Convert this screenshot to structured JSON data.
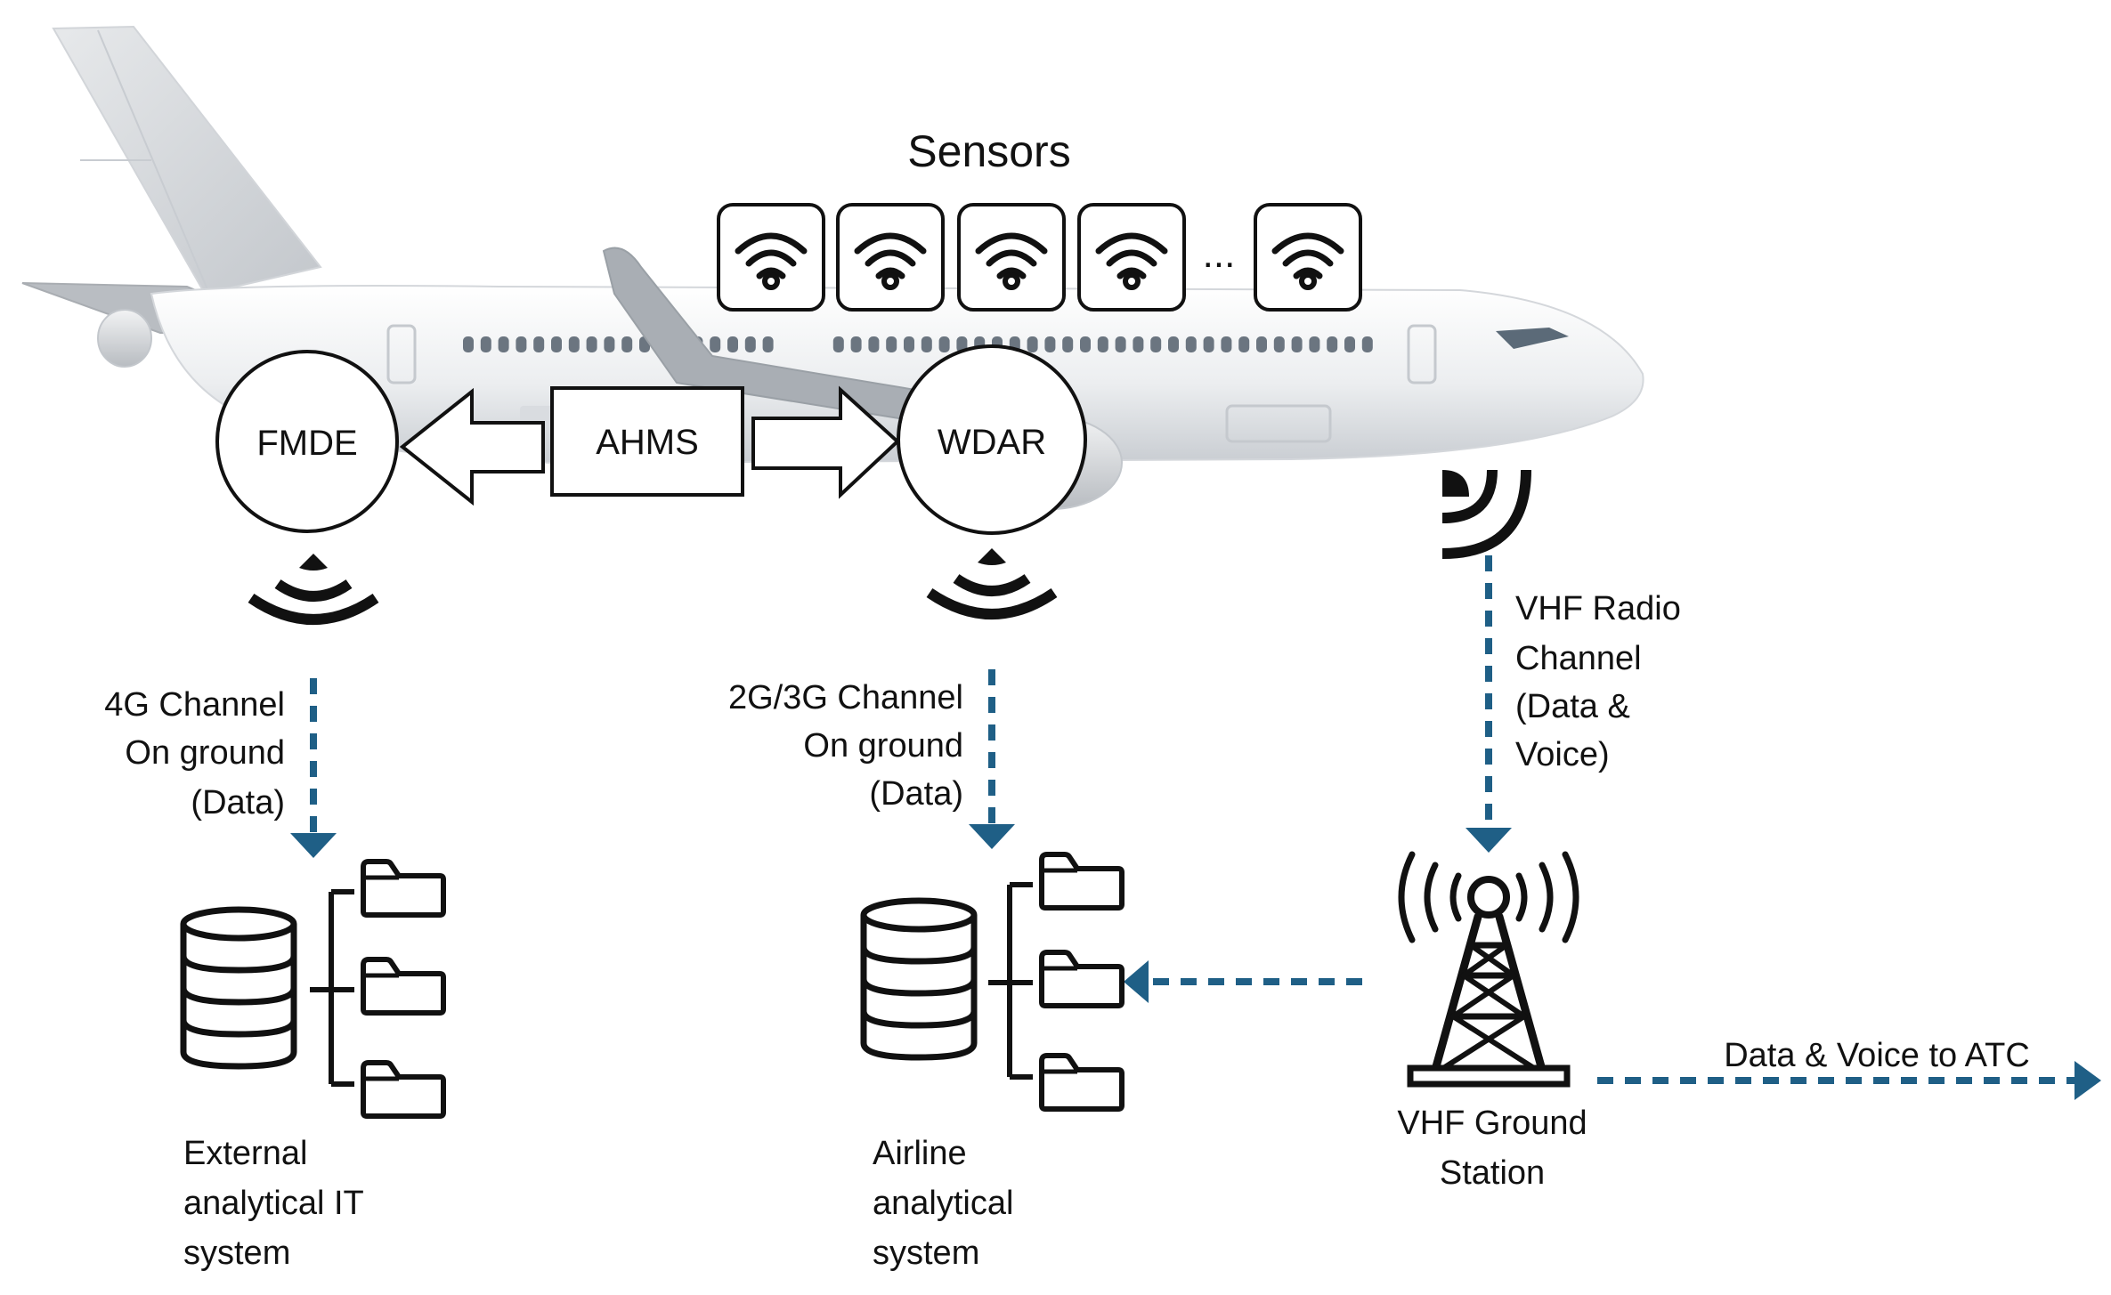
{
  "diagram": {
    "sensors_title": "Sensors",
    "sensor_ellipsis": "...",
    "sensor_count": 5,
    "nodes": {
      "fmde": "FMDE",
      "ahms": "AHMS",
      "wdar": "WDAR"
    },
    "channels": {
      "fmde_4g": [
        "4G Channel",
        "On ground",
        "(Data)"
      ],
      "wdar_2g3g": [
        "2G/3G Channel",
        "On ground",
        "(Data)"
      ],
      "vhf": [
        "VHF Radio",
        "Channel",
        "(Data &",
        "Voice)"
      ]
    },
    "systems": {
      "external": [
        "External",
        "analytical IT",
        "system"
      ],
      "airline": [
        "Airline",
        "analytical",
        "system"
      ]
    },
    "ground_station": [
      "VHF Ground",
      "Station"
    ],
    "atc_label": "Data & Voice to ATC",
    "colors": {
      "dashed_arrow": "#1f5f86",
      "fuselage": "#eef0f2",
      "outline": "#111111"
    },
    "icons": [
      "wifi-sensor-icon",
      "signal-waves-icon",
      "database-icon",
      "folder-icon",
      "radio-tower-icon"
    ]
  }
}
